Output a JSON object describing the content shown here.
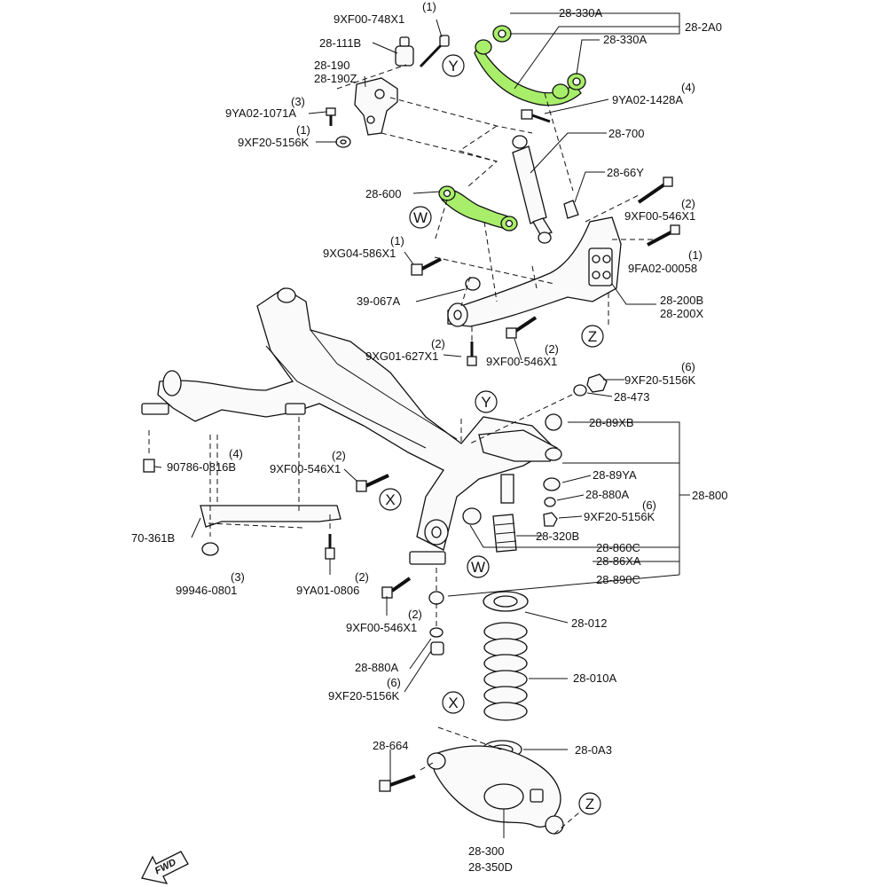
{
  "labels": {
    "p_9XF00_748X1": "9XF00-748X1",
    "q_9XF00_748X1": "(1)",
    "p_28_111B": "28-111B",
    "p_28_190": "28-190",
    "p_28_190Z": "28-190Z",
    "p_9YA02_1071A": "9YA02-1071A",
    "q_9YA02_1071A": "(3)",
    "p_9XF20_5156K_top": "9XF20-5156K",
    "q_9XF20_5156K_top": "(1)",
    "p_28_330A_1": "28-330A",
    "p_28_2A0": "28-2A0",
    "p_28_330A_2": "28-330A",
    "p_9YA02_1428A": "9YA02-1428A",
    "q_9YA02_1428A": "(4)",
    "p_28_700": "28-700",
    "p_28_66Y": "28-66Y",
    "p_9XF00_546X1_a": "9XF00-546X1",
    "q_9XF00_546X1_a": "(2)",
    "p_28_600": "28-600",
    "p_9XG04_586X1": "9XG04-586X1",
    "q_9XG04_586X1": "(1)",
    "p_9FA02_00058": "9FA02-00058",
    "q_9FA02_00058": "(1)",
    "p_39_067A": "39-067A",
    "p_28_200B": "28-200B",
    "p_28_200X": "28-200X",
    "p_9XG01_627X1": "9XG01-627X1",
    "q_9XG01_627X1": "(2)",
    "p_9XF00_546X1_b": "9XF00-546X1",
    "q_9XF00_546X1_b": "(2)",
    "p_9XF20_5156K_mid": "9XF20-5156K",
    "q_9XF20_5156K_mid": "(6)",
    "p_28_473": "28-473",
    "p_28_89XB": "28-89XB",
    "p_90786_0816B": "90786-0816B",
    "q_90786_0816B": "(4)",
    "p_9XF00_546X1_c": "9XF00-546X1",
    "q_9XF00_546X1_c": "(2)",
    "p_28_89YA": "28-89YA",
    "p_28_880A_1": "28-880A",
    "p_28_800": "28-800",
    "p_9XF20_5156K_r": "9XF20-5156K",
    "q_9XF20_5156K_r": "(6)",
    "p_28_320B": "28-320B",
    "p_70_361B": "70-361B",
    "p_28_860C": "28-860C",
    "p_28_86XA": "28-86XA",
    "p_28_890C": "28-890C",
    "p_99946_0801": "99946-0801",
    "q_99946_0801": "(3)",
    "p_9YA01_0806": "9YA01-0806",
    "q_9YA01_0806": "(2)",
    "p_28_012": "28-012",
    "p_9XF00_546X1_d": "9XF00-546X1",
    "q_9XF00_546X1_d": "(2)",
    "p_28_880A_2": "28-880A",
    "p_28_010A": "28-010A",
    "p_9XF20_5156K_bot": "9XF20-5156K",
    "q_9XF20_5156K_bot": "(6)",
    "p_28_664": "28-664",
    "p_28_0A3": "28-0A3",
    "p_28_300": "28-300",
    "p_28_350D": "28-350D"
  },
  "markers": {
    "y": "Y",
    "w": "W",
    "z": "Z",
    "x": "X"
  },
  "fwd": "FWD",
  "colors": {
    "highlight": "#a8ee6a",
    "line": "#111111"
  }
}
